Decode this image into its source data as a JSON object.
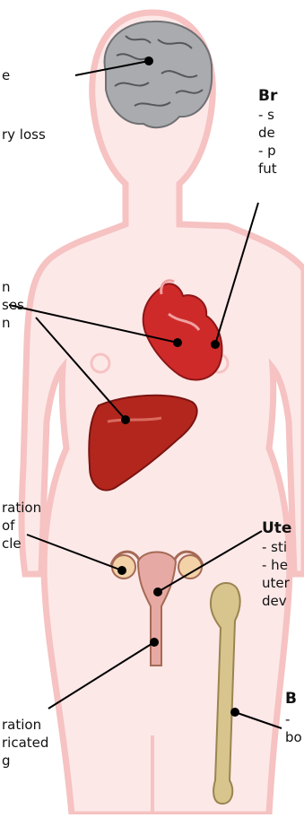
{
  "colors": {
    "body_fill": "#fde8e8",
    "body_outline": "#f6c2c2",
    "leader_line": "#000000",
    "brain": "#a9abae",
    "heart": "#cf2a2a",
    "liver": "#b3261e",
    "uterus": "#e7a9a3",
    "bone": "#d8c48d"
  },
  "icons": [
    "brain-illustration",
    "heart-illustration",
    "liver-illustration",
    "uterus-ovaries-illustration",
    "femur-bone-illustration"
  ],
  "left_labels": {
    "brain_fragment_1": "e",
    "brain_fragment_2": "ry loss",
    "heart_liver_fragment_1": "n",
    "heart_liver_fragment_2": "ses",
    "heart_liver_fragment_3": "n",
    "ovary_fragment_1": "ration",
    "ovary_fragment_2": "of",
    "ovary_fragment_3": "cle",
    "vagina_fragment_1": "ration",
    "vagina_fragment_2": "ricated",
    "vagina_fragment_3": "g"
  },
  "right_labels": {
    "breast_heading": "Br",
    "breast_line_1": "- s",
    "breast_line_2": "de",
    "breast_line_3": "- p",
    "breast_line_4": "fut",
    "uterus_heading": "Ute",
    "uterus_line_1": "- sti",
    "uterus_line_2": "- he",
    "uterus_line_3": "uter",
    "uterus_line_4": "dev",
    "bone_heading": "B",
    "bone_line_1": "-",
    "bone_line_2": "bo"
  }
}
